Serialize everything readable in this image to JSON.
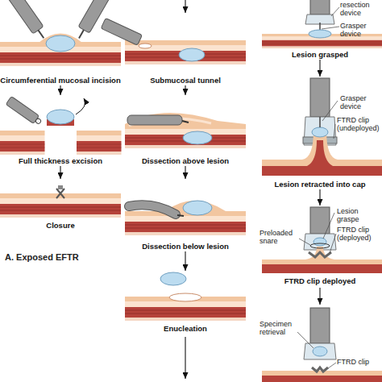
{
  "diagram": {
    "nodes": [
      {
        "text": [
          "Circumferential mucosal incision"
        ]
      },
      {
        "text": [
          "Full thickness excision"
        ]
      },
      {
        "text": [
          "Closure"
        ]
      },
      {
        "text": [
          "Submucosal tunnel"
        ]
      },
      {
        "text": [
          "Dissection above lesion"
        ]
      },
      {
        "text": [
          "Dissection below lesion"
        ]
      },
      {
        "text": [
          "Enucleation"
        ]
      },
      {
        "text": [
          "Lesion grasped"
        ]
      },
      {
        "text": [
          "Lesion retracted into cap"
        ]
      },
      {
        "text": [
          "FTRD clip deployed"
        ]
      }
    ],
    "edges": [
      {
        "from": 0,
        "to": 1,
        "arrow": "to"
      },
      {
        "from": 1,
        "to": 2,
        "arrow": "to"
      },
      {
        "from": 3,
        "to": 4,
        "arrow": "to"
      },
      {
        "from": 4,
        "to": 5,
        "arrow": "to"
      },
      {
        "from": 5,
        "to": 6,
        "arrow": "to"
      },
      {
        "from": 7,
        "to": 8,
        "arrow": "to"
      },
      {
        "from": 8,
        "to": 9,
        "arrow": "to"
      }
    ],
    "labels": [
      "A. Exposed EFTR",
      "resection device",
      "Grasper device",
      "Grasper device",
      "FTRD clip (undeployed)",
      "Lesion graspe",
      "Preloaded snare",
      "FTRD clip (deployed)",
      "Specimen retrieval",
      "FTRD clip"
    ]
  }
}
